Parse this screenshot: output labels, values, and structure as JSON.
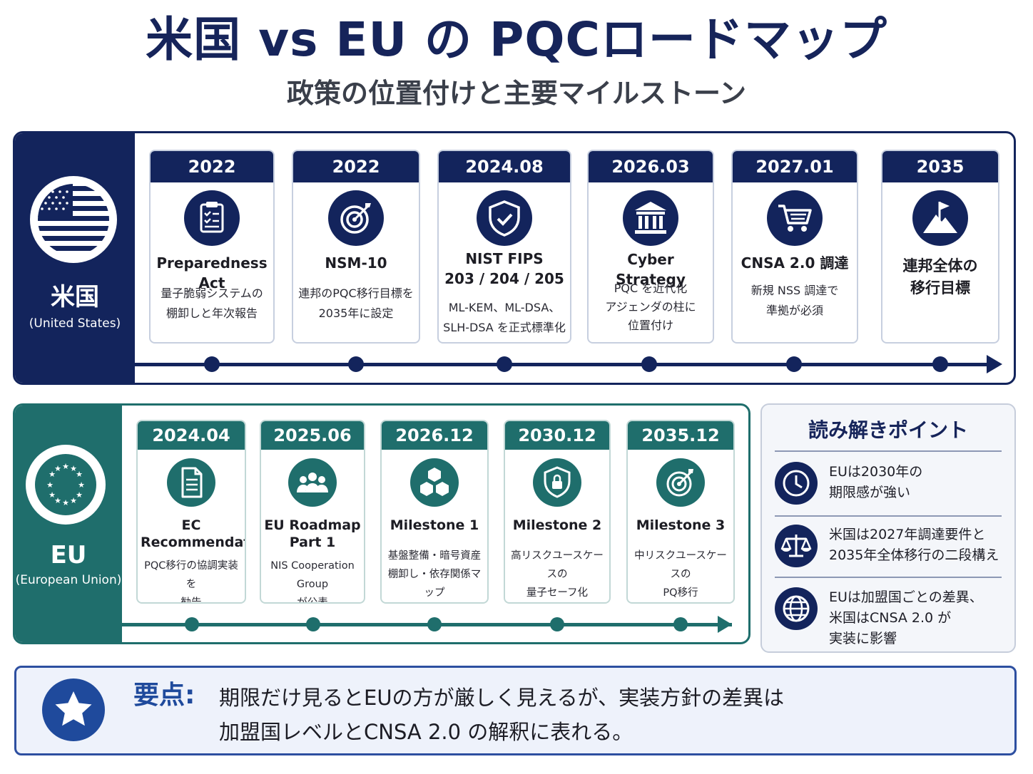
{
  "title": "米国 vs EU の PQCロードマップ",
  "subtitle": "政策の位置付けと主要マイルストーン",
  "us": {
    "name": "米国",
    "subname": "(United States)",
    "color": "#13245c",
    "milestones": [
      {
        "year": "2022",
        "title": "Preparedness Act",
        "desc": "量子脆弱システムの\n棚卸しと年次報告",
        "icon": "clipboard-checklist-icon"
      },
      {
        "year": "2022",
        "title": "NSM-10",
        "desc": "連邦のPQC移行目標を\n2035年に設定",
        "icon": "target-arrow-icon"
      },
      {
        "year": "2024.08",
        "title": "NIST FIPS\n203 / 204 / 205",
        "desc": "ML-KEM、ML-DSA、\nSLH-DSA を正式標準化",
        "icon": "shield-check-icon"
      },
      {
        "year": "2026.03",
        "title": "Cyber Strategy",
        "desc": "PQC を近代化\nアジェンダの柱に\n位置付け",
        "icon": "government-building-icon"
      },
      {
        "year": "2027.01",
        "title": "CNSA 2.0 調達",
        "desc": "新規 NSS 調達で\n準拠が必須",
        "icon": "shopping-cart-icon"
      },
      {
        "year": "2035",
        "title": "",
        "desc": "連邦全体の\n移行目標",
        "icon": "summit-flag-icon"
      }
    ]
  },
  "eu": {
    "name": "EU",
    "subname": "(European Union)",
    "color": "#1f6e6c",
    "milestones": [
      {
        "year": "2024.04",
        "title": "EC\nRecommendation",
        "desc": "PQC移行の協調実装を\n勧告",
        "icon": "document-icon"
      },
      {
        "year": "2025.06",
        "title": "EU Roadmap\nPart 1",
        "desc": "NIS Cooperation Group\nが公表",
        "icon": "group-people-icon"
      },
      {
        "year": "2026.12",
        "title": "Milestone 1",
        "desc": "基盤整備・暗号資産\n棚卸し・依存関係マップ",
        "icon": "cubes-network-icon"
      },
      {
        "year": "2030.12",
        "title": "Milestone 2",
        "desc": "高リスクユースケースの\n量子セーフ化",
        "icon": "shield-lock-icon"
      },
      {
        "year": "2035.12",
        "title": "Milestone 3",
        "desc": "中リスクユースケースの\nPQ移行",
        "icon": "target-arrow-icon"
      }
    ]
  },
  "points": {
    "title": "読み解きポイント",
    "items": [
      {
        "icon": "clock-icon",
        "text": "EUは2030年の\n期限感が強い"
      },
      {
        "icon": "balance-scale-icon",
        "text": "米国は2027年調達要件と\n2035年全体移行の二段構え"
      },
      {
        "icon": "globe-icon",
        "text": "EUは加盟国ごとの差異、\n米国はCNSA 2.0 が\n実装に影響"
      }
    ]
  },
  "summary": {
    "label": "要点:",
    "text": "期限だけ見るとEUの方が厳しく見えるが、実装方針の差異は\n加盟国レベルとCNSA 2.0 の解釈に表れる。"
  }
}
